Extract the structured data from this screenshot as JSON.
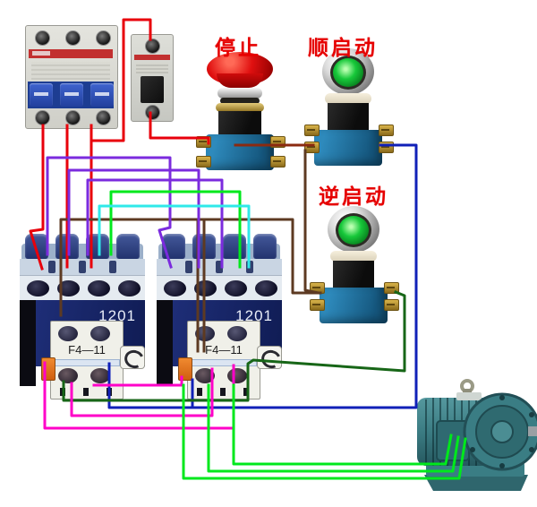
{
  "labels": {
    "stop": "停止",
    "forward_start": "顺启动",
    "reverse_start": "逆启动",
    "color": "#e60000"
  },
  "contactors": [
    {
      "model": "1201",
      "aux_model": "F4—11"
    },
    {
      "model": "1201",
      "aux_model": "F4—11"
    }
  ],
  "components": {
    "breaker_3pole": "three-pole-circuit-breaker",
    "breaker_1pole": "single-pole-circuit-breaker",
    "stop_button": "red-mushroom-stop-button",
    "forward_button": "green-forward-start-button",
    "reverse_button": "green-reverse-start-button",
    "contactor_left": "contactor-km1",
    "contactor_right": "contactor-km2",
    "motor": "three-phase-motor"
  },
  "wires": {
    "red": "#e8000b",
    "maroon": "#8b2a10",
    "brown": "#5d3a22",
    "purple": "#7b2bde",
    "blue": "#1020b8",
    "cyan": "#2fe9e9",
    "green": "#00e81c",
    "dark_green": "#176617",
    "magenta": "#ff00c8"
  }
}
